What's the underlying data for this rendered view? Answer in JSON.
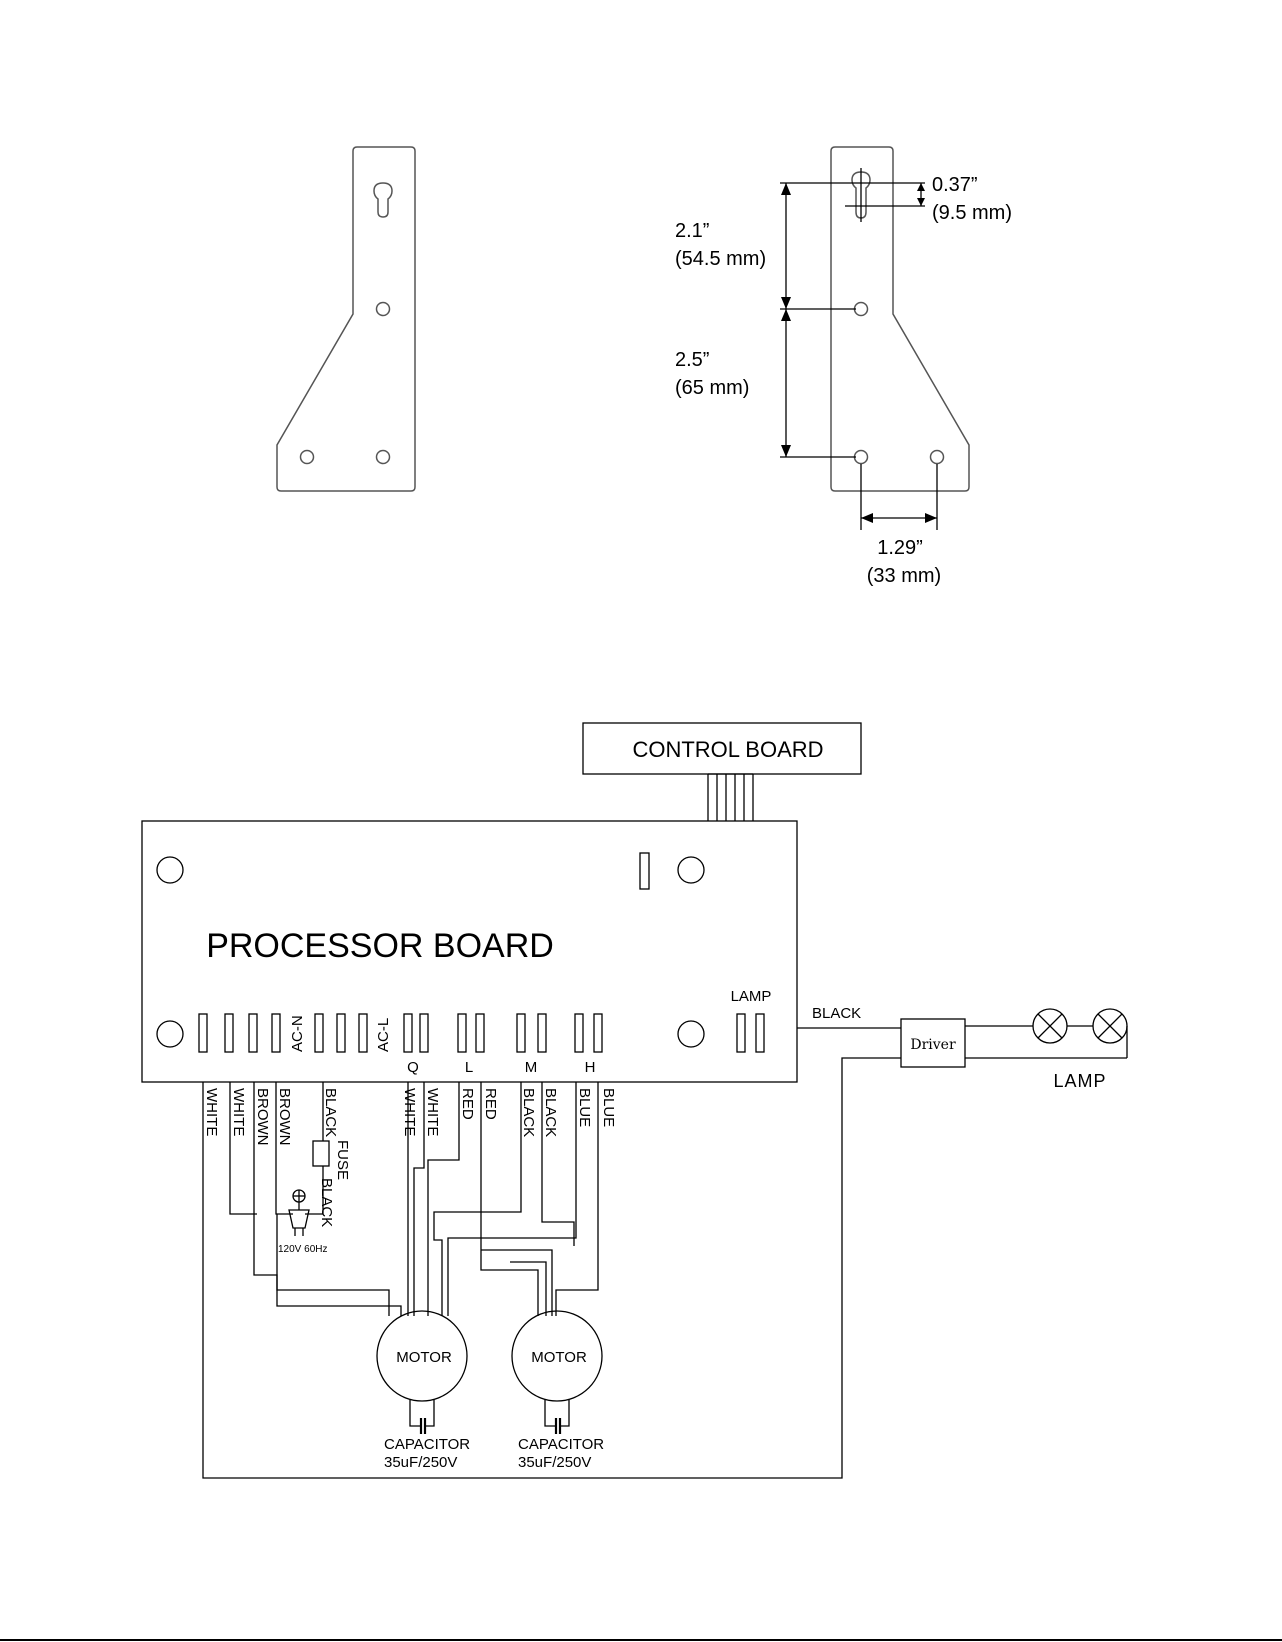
{
  "bracket": {
    "dim_slot": [
      "0.37”",
      "(9.5 mm)"
    ],
    "dim_upper": [
      "2.1”",
      "(54.5 mm)"
    ],
    "dim_lower": [
      "2.5”",
      "(65 mm)"
    ],
    "dim_width": [
      "1.29”",
      "(33 mm)"
    ]
  },
  "wiring": {
    "control_board": "CONTROL BOARD",
    "processor_board": "PROCESSOR BOARD",
    "terminals": {
      "acn": "AC-N",
      "acl": "AC-L",
      "q": "Q",
      "l": "L",
      "m": "M",
      "h": "H",
      "lamp": "LAMP"
    },
    "wires": [
      "WHITE",
      "WHITE",
      "BROWN",
      "BROWN",
      "BLACK",
      "WHITE",
      "WHITE",
      "RED",
      "RED",
      "BLACK",
      "BLACK",
      "BLUE",
      "BLUE"
    ],
    "fuse": "FUSE",
    "fuse_wire": "BLACK",
    "supply": "120V 60Hz",
    "lamp_wire": "BLACK",
    "driver": "Driver",
    "lamp": "LAMP",
    "motor1": "MOTOR",
    "motor2": "MOTOR",
    "capacitor1": [
      "CAPACITOR",
      "35uF/250V"
    ],
    "capacitor2": [
      "CAPACITOR",
      "35uF/250V"
    ]
  }
}
